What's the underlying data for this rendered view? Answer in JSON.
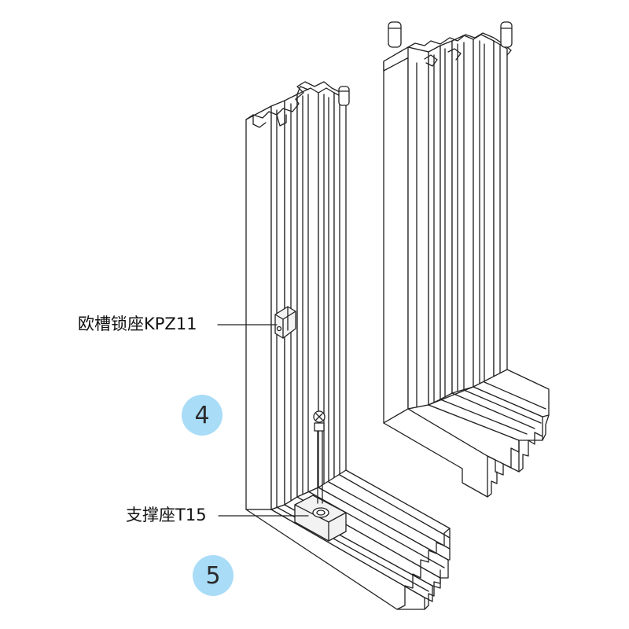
{
  "callouts": {
    "lock_seat": "欧槽锁座KPZ11",
    "support_seat": "支撑座T15"
  },
  "badges": {
    "four": "4",
    "five": "5"
  },
  "colors": {
    "line": "#222222",
    "badge_fill": "#a9dcf7",
    "face": "#ffffff",
    "inner": "#e9e9e9"
  }
}
